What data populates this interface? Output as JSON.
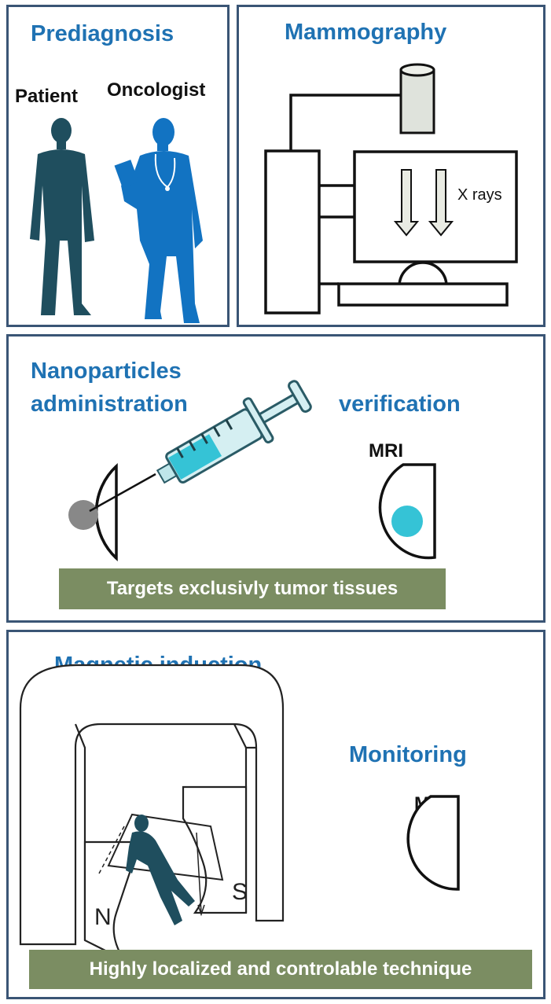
{
  "prediagnosis": {
    "title": "Prediagnosis",
    "patient_label": "Patient",
    "oncologist_label": "Oncologist"
  },
  "mammography": {
    "title": "Mammography",
    "xray_label": "X rays"
  },
  "nanoparticles": {
    "title_line1": "Nanoparticles",
    "title_line2": "administration",
    "verification_title": "verification",
    "mri_label": "MRI",
    "banner": "Targets exclusivly tumor tissues"
  },
  "magnetic": {
    "title": "Magnetic induction",
    "pole_n": "N",
    "pole_s": "S",
    "monitoring_title": "Monitoring",
    "mri_label": "MRI",
    "banner": "Highly localized and controlable technique"
  },
  "colors": {
    "panel_border": "#3a5575",
    "title_blue": "#1f72b3",
    "patient_silhouette": "#1f4e5e",
    "oncologist_silhouette": "#1273c2",
    "nanoparticle_cyan": "#35c3d6",
    "tumor_gray": "#888888",
    "banner_green": "#7b8d62"
  }
}
